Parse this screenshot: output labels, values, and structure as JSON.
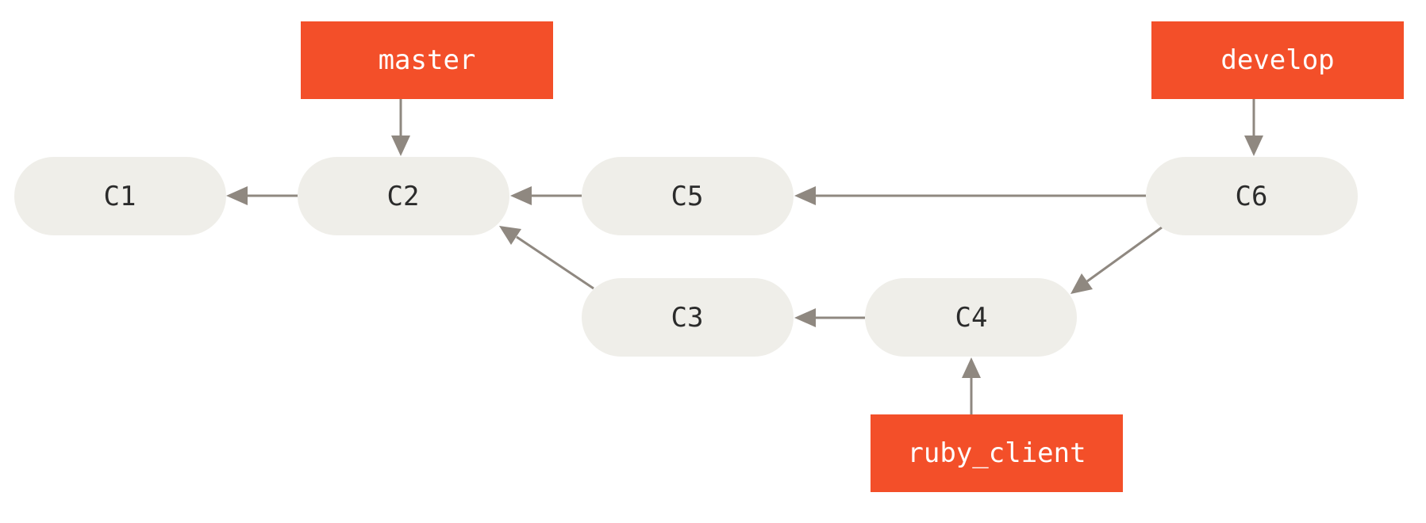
{
  "commits": [
    {
      "id": "c1",
      "label": "C1"
    },
    {
      "id": "c2",
      "label": "C2"
    },
    {
      "id": "c5",
      "label": "C5"
    },
    {
      "id": "c6",
      "label": "C6"
    },
    {
      "id": "c3",
      "label": "C3"
    },
    {
      "id": "c4",
      "label": "C4"
    }
  ],
  "branches": [
    {
      "id": "master",
      "label": "master",
      "points_to": "C2"
    },
    {
      "id": "develop",
      "label": "develop",
      "points_to": "C6"
    },
    {
      "id": "ruby_client",
      "label": "ruby_client",
      "points_to": "C4"
    }
  ],
  "parent_links": [
    {
      "from": "C2",
      "to": "C1"
    },
    {
      "from": "C5",
      "to": "C2"
    },
    {
      "from": "C6",
      "to": "C5"
    },
    {
      "from": "C3",
      "to": "C2"
    },
    {
      "from": "C4",
      "to": "C3"
    },
    {
      "from": "C6",
      "to": "C4"
    }
  ],
  "colors": {
    "commit_fill": "#efeee9",
    "branch_fill": "#f34f29",
    "arrow": "#8f8880",
    "commit_text": "#2b2b2b",
    "branch_text": "#ffffff"
  }
}
